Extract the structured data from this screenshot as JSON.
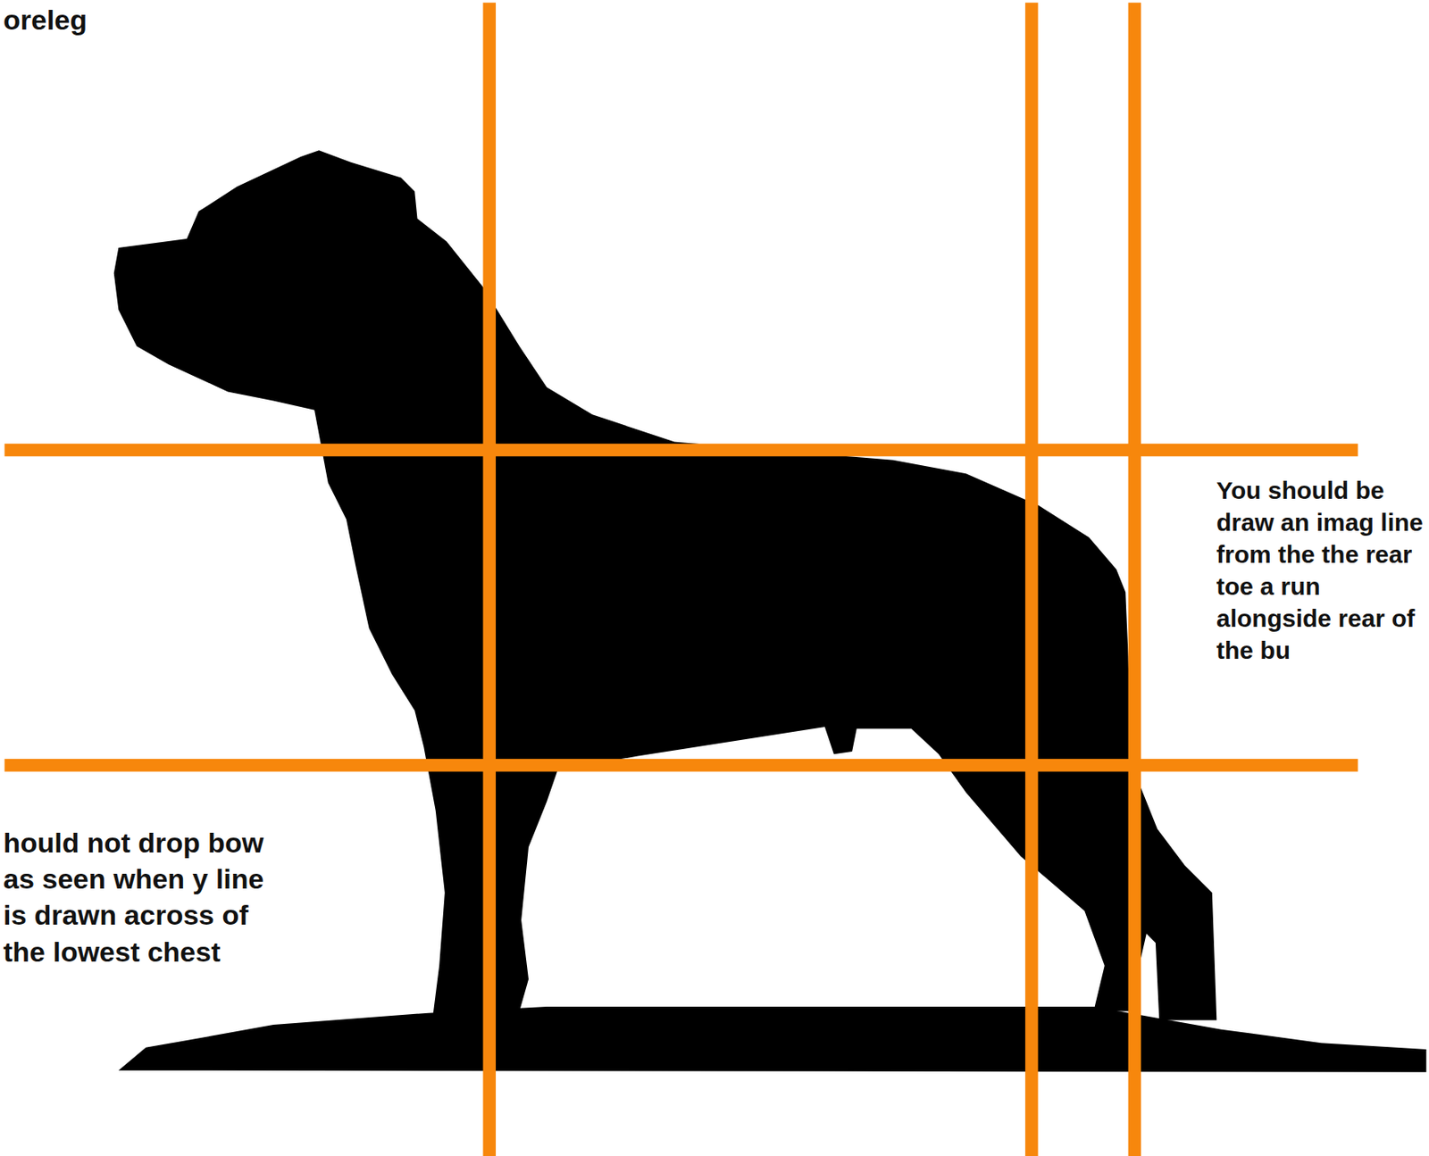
{
  "diagram": {
    "labels": [
      "oreleg",
      "You should be draw an imag line from the the rear toe a run alongside rear of the bu",
      "hould not drop bow as seen when y line is drawn across of the lowest chest"
    ]
  }
}
